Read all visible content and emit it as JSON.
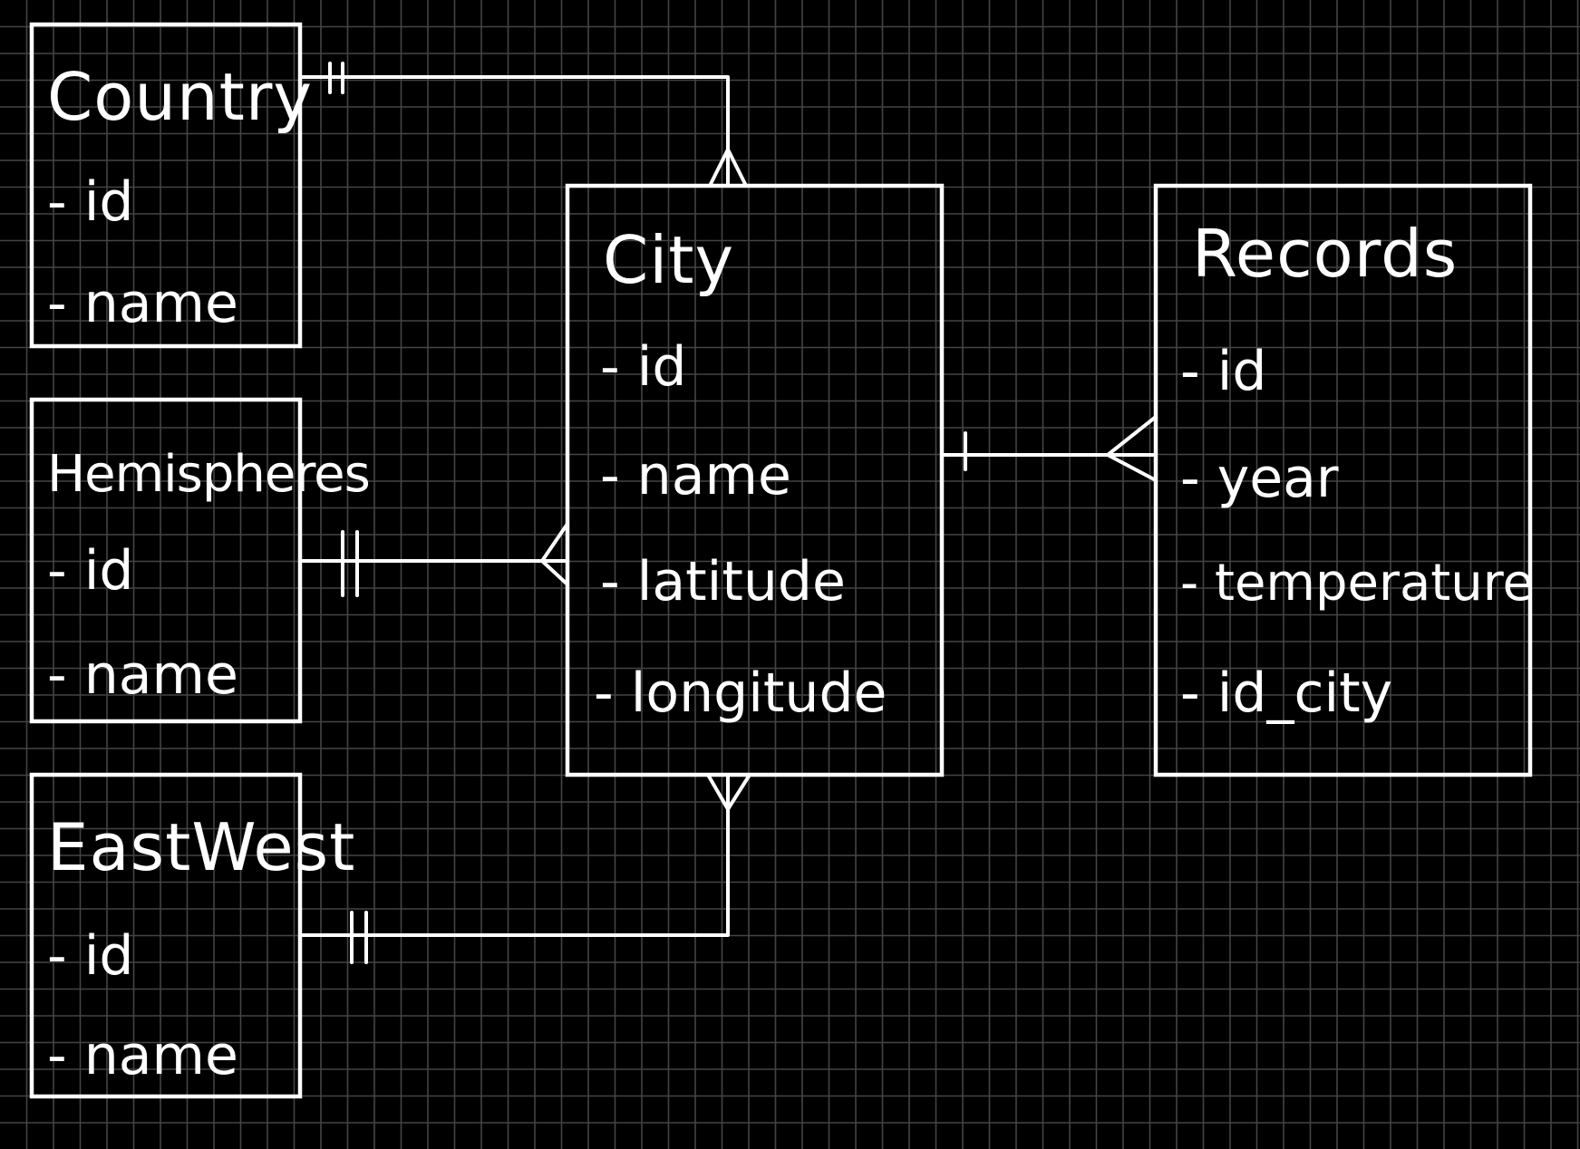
{
  "diagram": {
    "entities": {
      "country": {
        "title": "Country",
        "attributes": [
          "- id",
          "- name"
        ]
      },
      "hemispheres": {
        "title": "Hemispheres",
        "attributes": [
          "- id",
          "- name"
        ]
      },
      "eastwest": {
        "title": "EastWest",
        "attributes": [
          "- id",
          "- name"
        ]
      },
      "city": {
        "title": "City",
        "attributes": [
          "- id",
          "- name",
          "- latitude",
          "- longitude"
        ]
      },
      "records": {
        "title": "Records",
        "attributes": [
          "- id",
          "- year",
          "- temperature",
          "- id_city"
        ]
      }
    },
    "relationships": [
      {
        "from": "Country",
        "to": "City",
        "from_cardinality": "one-and-only-one",
        "to_cardinality": "many"
      },
      {
        "from": "Hemispheres",
        "to": "City",
        "from_cardinality": "one-and-only-one",
        "to_cardinality": "many"
      },
      {
        "from": "EastWest",
        "to": "City",
        "from_cardinality": "one-and-only-one",
        "to_cardinality": "many"
      },
      {
        "from": "City",
        "to": "Records",
        "from_cardinality": "one",
        "to_cardinality": "many"
      }
    ],
    "colors": {
      "background": "#000000",
      "grid": "#444444",
      "ink": "#ffffff"
    }
  }
}
